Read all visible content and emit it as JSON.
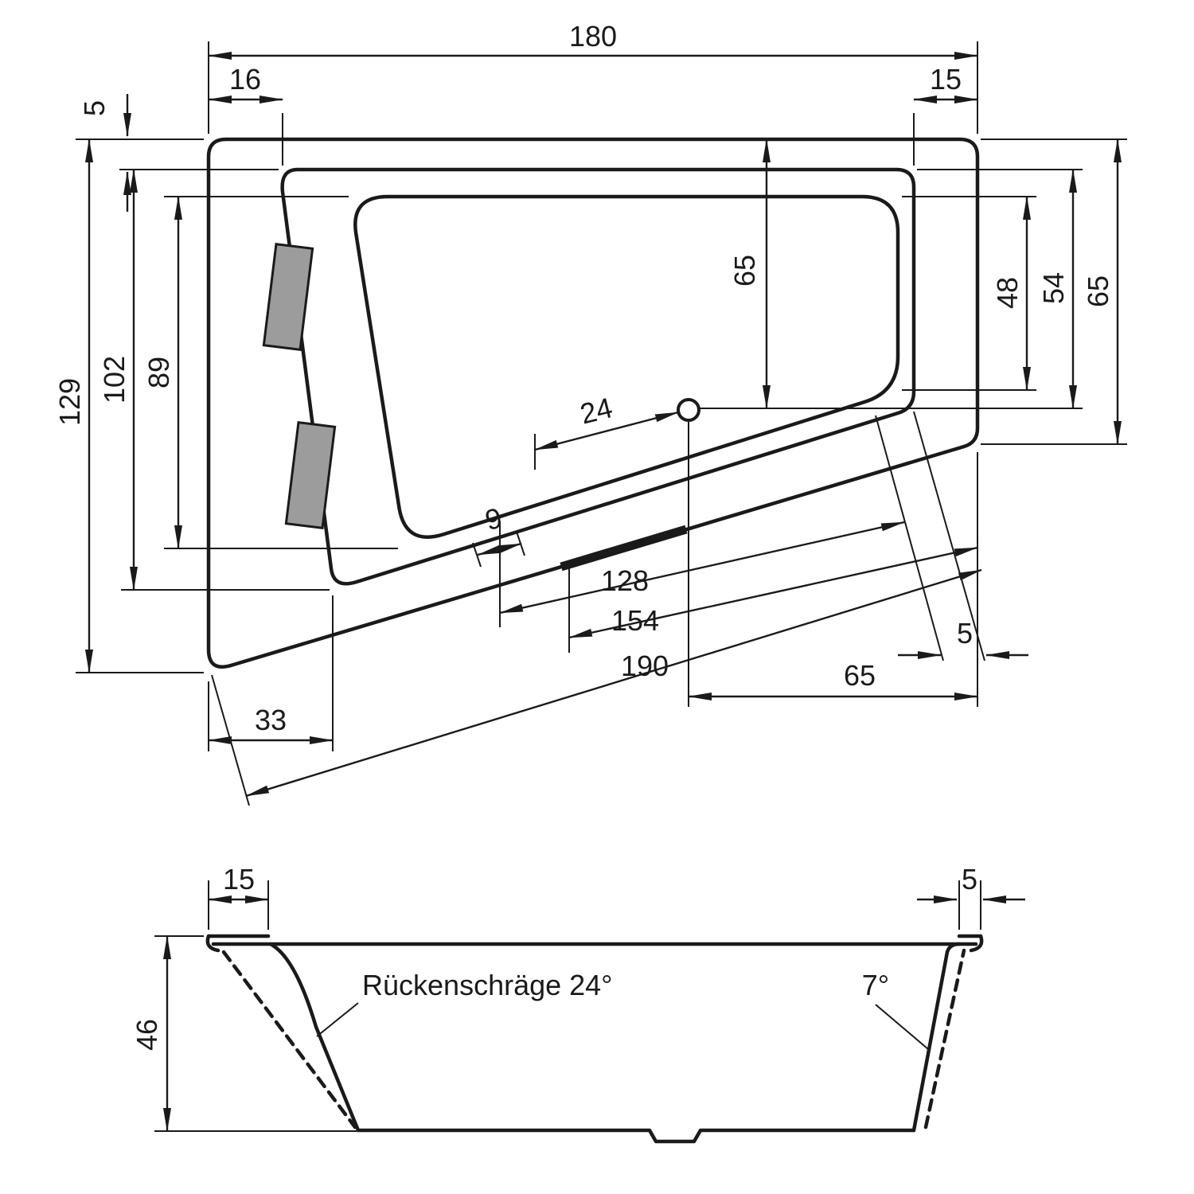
{
  "top_view": {
    "width_total": "180",
    "width_left_segment": "16",
    "rim_overhang_top_left": "5",
    "width_right_segment": "15",
    "height_left_total": "129",
    "height_left_rim": "102",
    "height_left_basin": "89",
    "drain_from_top_edge": "65",
    "height_right_basin": "48",
    "height_right_rim": "54",
    "height_right_total": "65",
    "drain_offset_diag": "24",
    "seat_gap": "9",
    "length_basin_bottom": "128",
    "length_rim_bottom": "154",
    "length_overall_bottom": "190",
    "offset_bottom_left": "33",
    "rim_overhang_bottom_right": "5",
    "drain_from_right_edge": "65"
  },
  "section_view": {
    "rim_width_left": "15",
    "rim_width_right": "5",
    "depth": "46",
    "back_slope_label": "Rückenschräge 24°",
    "front_slope_label": "7°"
  },
  "colors": {
    "line": "#1a1a1a",
    "headrest": "#9c9c9c",
    "background": "#ffffff"
  }
}
